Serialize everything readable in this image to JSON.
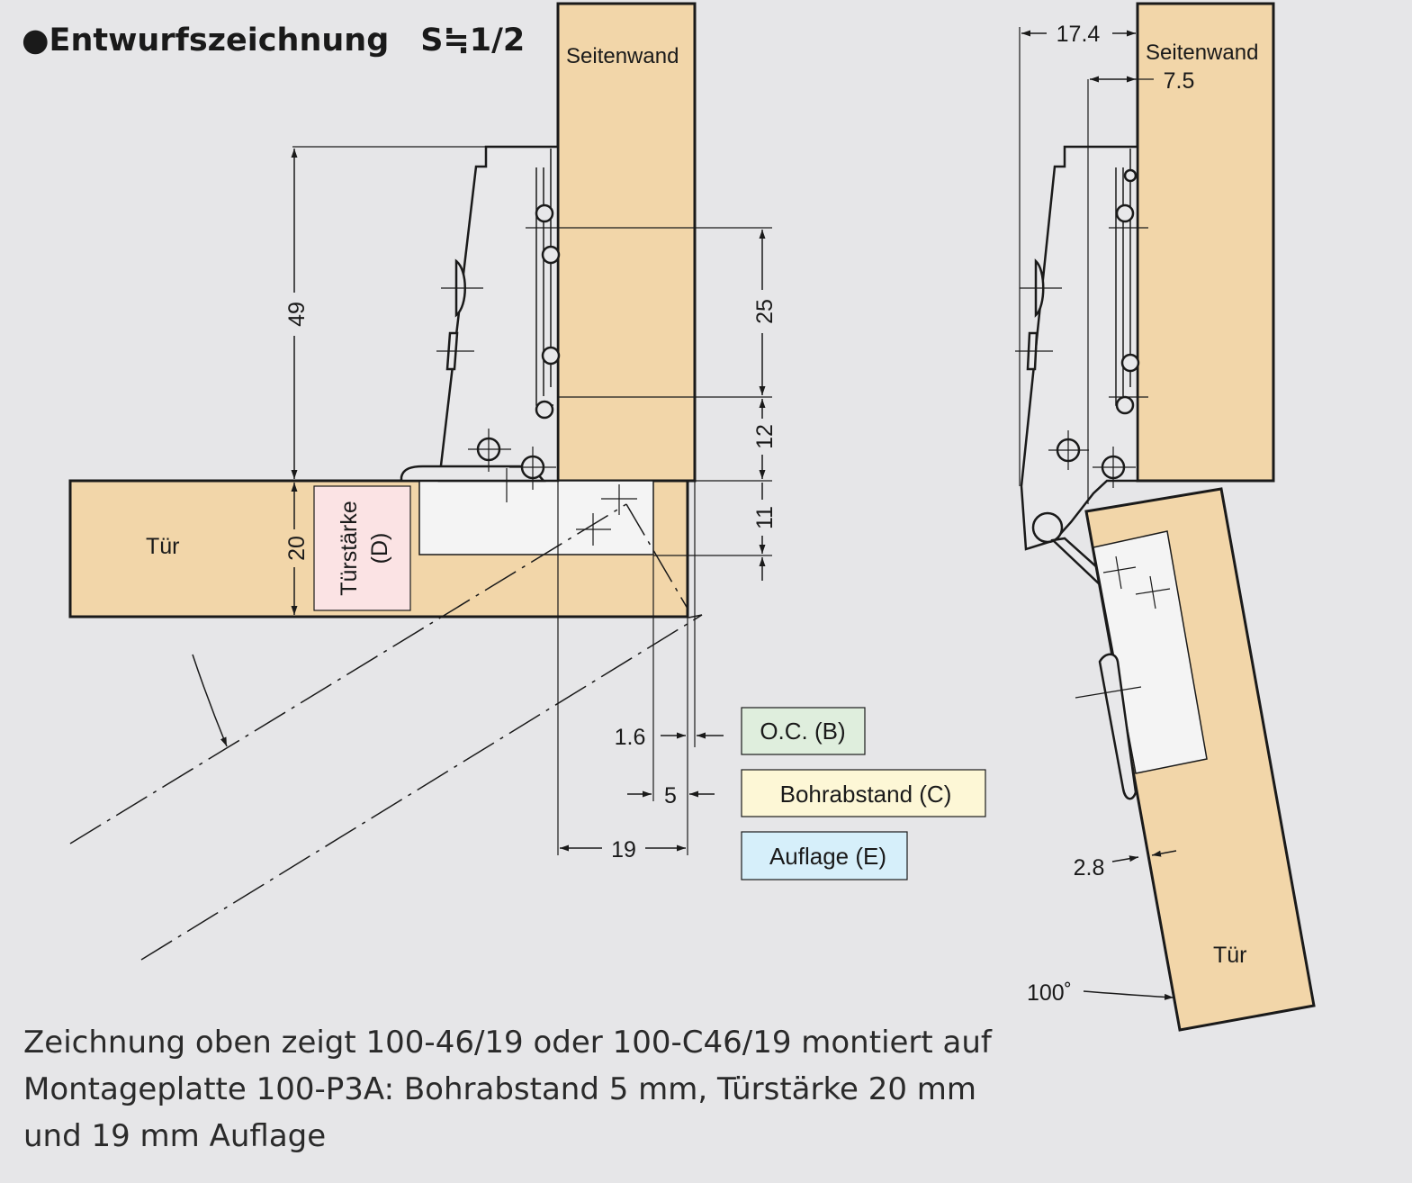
{
  "title": "●Entwurfszeichnung　S≒1/2",
  "labels": {
    "side_wall_left": "Seitenwand",
    "side_wall_right": "Seitenwand",
    "door_left": "Tür",
    "door_right": "Tür",
    "door_thickness_line1": "Türstärke",
    "door_thickness_line2": "(D)"
  },
  "dimensions": {
    "d49": "49",
    "d25": "25",
    "d12": "12",
    "d11": "11",
    "d20": "20",
    "d1_6": "1.6",
    "d5": "5",
    "d19": "19",
    "d17_4": "17.4",
    "d7_5": "7.5",
    "d2_8": "2.8",
    "angle": "100˚"
  },
  "legend": {
    "oc": "O.C. (B)",
    "bohrabstand": "Bohrabstand (C)",
    "auflage": "Auflage (E)"
  },
  "colors": {
    "wood": "#f2d6a9",
    "background": "#e6e6e8",
    "oc_box": "#dfeedd",
    "bohrabstand_box": "#fdf7d6",
    "auflage_box": "#d6effa",
    "thickness_box": "#fbe3e4"
  },
  "caption": {
    "line1": "Zeichnung oben zeigt 100-46/19 oder 100-C46/19 montiert auf",
    "line2": "Montageplatte 100-P3A: Bohrabstand 5 mm, Türstärke 20 mm",
    "line3": "und 19 mm Auflage"
  }
}
